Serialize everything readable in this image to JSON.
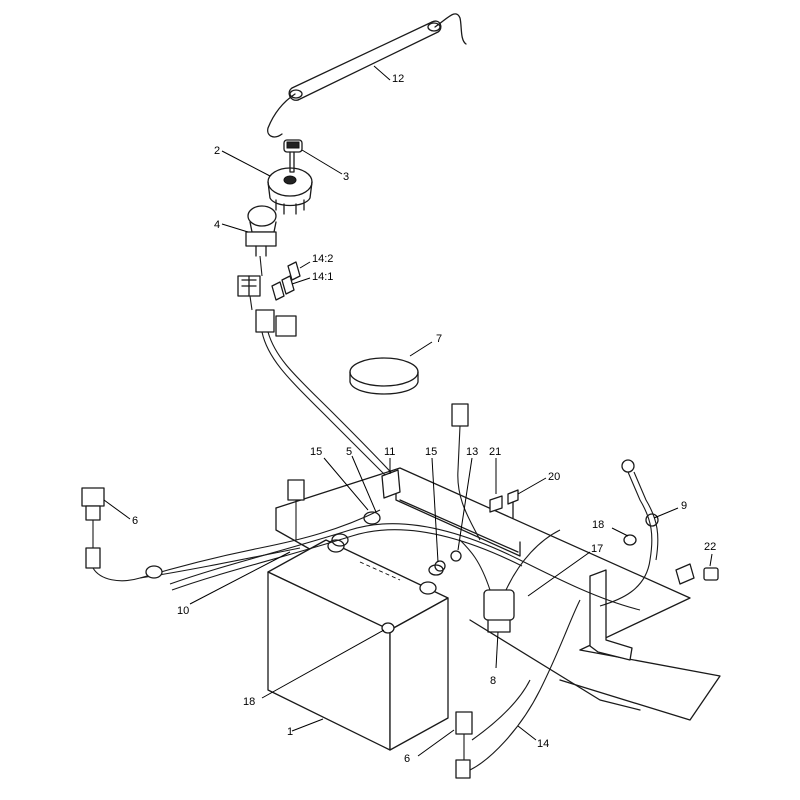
{
  "callouts": [
    {
      "id": "c1",
      "label": "1"
    },
    {
      "id": "c2",
      "label": "2"
    },
    {
      "id": "c3",
      "label": "3"
    },
    {
      "id": "c4",
      "label": "4"
    },
    {
      "id": "c5",
      "label": "5"
    },
    {
      "id": "c6a",
      "label": "6"
    },
    {
      "id": "c6b",
      "label": "6"
    },
    {
      "id": "c7",
      "label": "7"
    },
    {
      "id": "c8",
      "label": "8"
    },
    {
      "id": "c9",
      "label": "9"
    },
    {
      "id": "c10",
      "label": "10"
    },
    {
      "id": "c11",
      "label": "11"
    },
    {
      "id": "c12",
      "label": "12"
    },
    {
      "id": "c13",
      "label": "13"
    },
    {
      "id": "c14",
      "label": "14"
    },
    {
      "id": "c14_1",
      "label": "14:1"
    },
    {
      "id": "c14_2",
      "label": "14:2"
    },
    {
      "id": "c15a",
      "label": "15"
    },
    {
      "id": "c15b",
      "label": "15"
    },
    {
      "id": "c17",
      "label": "17"
    },
    {
      "id": "c18a",
      "label": "18"
    },
    {
      "id": "c18b",
      "label": "18"
    },
    {
      "id": "c20",
      "label": "20"
    },
    {
      "id": "c21",
      "label": "21"
    },
    {
      "id": "c22",
      "label": "22"
    }
  ]
}
